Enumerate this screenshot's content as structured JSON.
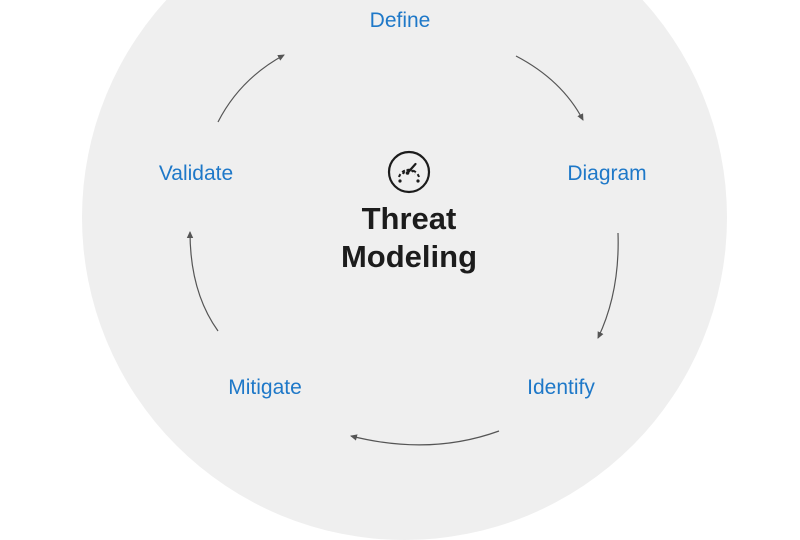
{
  "diagram": {
    "title_lines": [
      "Threat",
      "Modeling"
    ],
    "center_icon": "radar-gauge-icon",
    "stages": [
      "Define",
      "Diagram",
      "Identify",
      "Mitigate",
      "Validate"
    ],
    "arrow_direction": "clockwise",
    "colors": {
      "background_circle": "#efefef",
      "stage_text": "#1e78c8",
      "title_text": "#1c1c1c",
      "arrow": "#555555"
    }
  }
}
